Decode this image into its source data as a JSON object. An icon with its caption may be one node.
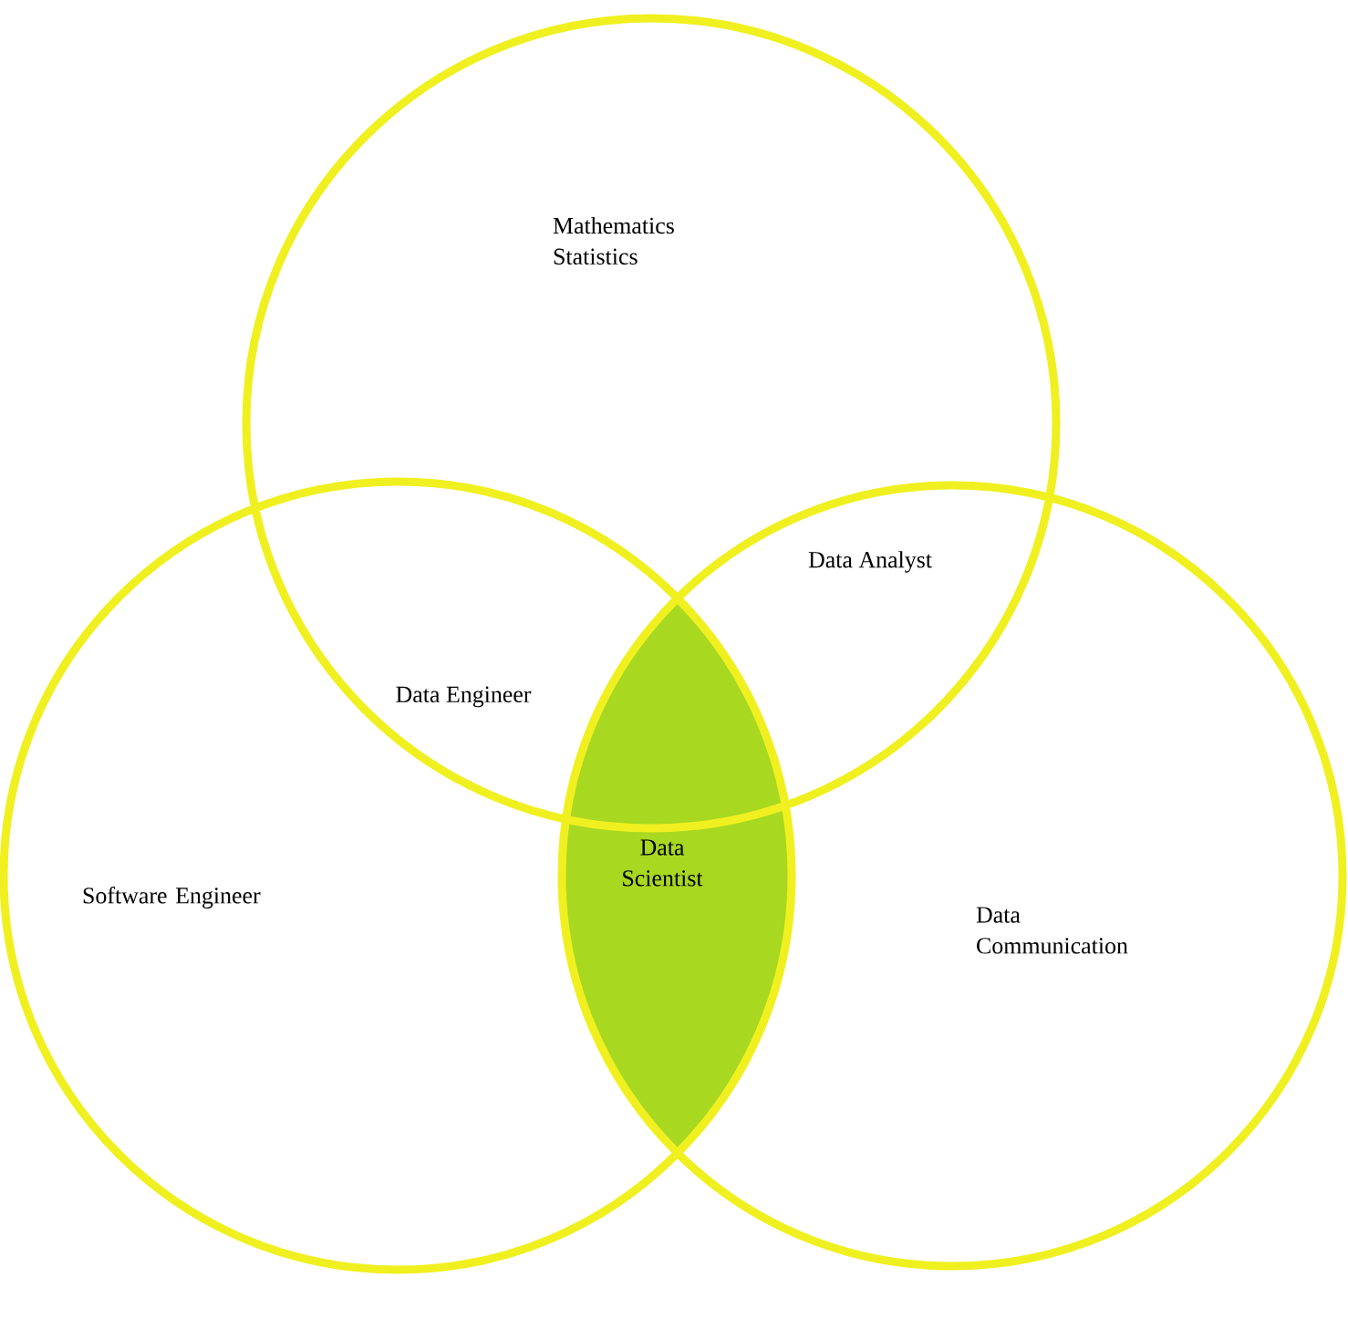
{
  "diagram": {
    "nodes": [
      {
        "text": [
          "Mathematics Statistics"
        ]
      },
      {
        "text": [
          "Software Engineer"
        ]
      },
      {
        "text": [
          "Data Communication"
        ]
      },
      {
        "text": [
          "Data Scientist"
        ]
      }
    ],
    "labels": [
      "Data Analyst",
      "Data Engineer"
    ]
  }
}
